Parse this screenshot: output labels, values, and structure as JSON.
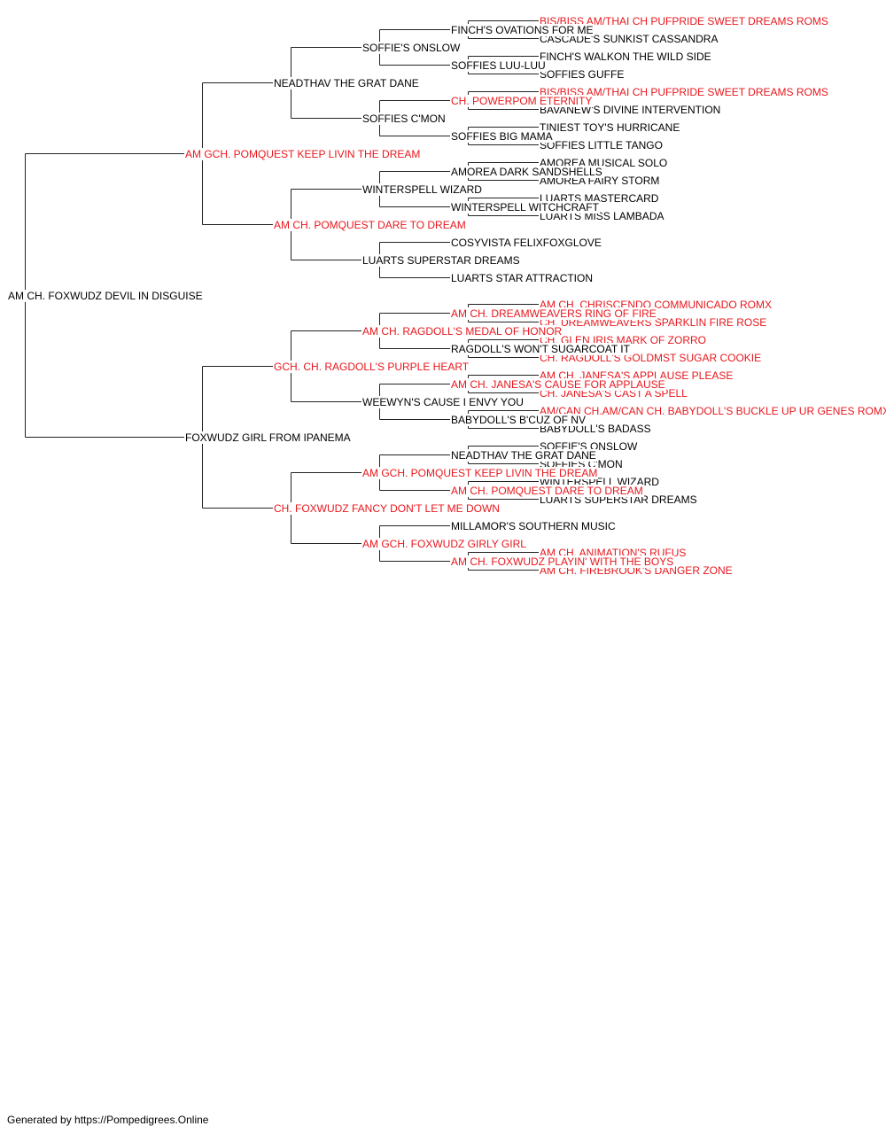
{
  "colors": {
    "champion": "#e8171d",
    "regular": "#000000",
    "line": "#222222"
  },
  "footer": "Generated by https://Pompedigrees.Online",
  "pedigree": {
    "id": "root",
    "name": "AM CH. FOXWUDZ DEVIL IN DISGUISE",
    "champion": false,
    "sire": {
      "id": "s",
      "name": "AM GCH. POMQUEST KEEP LIVIN THE DREAM",
      "champion": true,
      "sire": {
        "id": "ss",
        "name": "NEADTHAV THE GRAT DANE",
        "champion": false,
        "sire": {
          "id": "sss",
          "name": "SOFFIE'S ONSLOW",
          "champion": false,
          "sire": {
            "id": "ssss",
            "name": "FINCH'S OVATIONS FOR ME",
            "champion": false,
            "sire": {
              "id": "sssss",
              "name": "BIS/BISS AM/THAI CH PUFPRIDE SWEET DREAMS ROMS",
              "champion": true
            },
            "dam": {
              "id": "ssssd",
              "name": "CASCADE'S SUNKIST CASSANDRA",
              "champion": false
            }
          },
          "dam": {
            "id": "sssd",
            "name": "SOFFIES LUU-LUU",
            "champion": false,
            "sire": {
              "id": "sssds",
              "name": "FINCH'S WALKON THE WILD SIDE",
              "champion": false
            },
            "dam": {
              "id": "sssdd",
              "name": "SOFFIES GUFFE",
              "champion": false
            }
          }
        },
        "dam": {
          "id": "ssd",
          "name": "SOFFIES C'MON",
          "champion": false,
          "sire": {
            "id": "ssds",
            "name": "CH. POWERPOM ETERNITY",
            "champion": true,
            "sire": {
              "id": "ssdss",
              "name": "BIS/BISS AM/THAI CH PUFPRIDE SWEET DREAMS ROMS",
              "champion": true
            },
            "dam": {
              "id": "ssdsd",
              "name": "BAVANEW'S DIVINE INTERVENTION",
              "champion": false
            }
          },
          "dam": {
            "id": "ssdd",
            "name": "SOFFIES BIG MAMA",
            "champion": false,
            "sire": {
              "id": "ssdds",
              "name": "TINIEST TOY'S HURRICANE",
              "champion": false
            },
            "dam": {
              "id": "ssddd",
              "name": "SOFFIES LITTLE TANGO",
              "champion": false
            }
          }
        }
      },
      "dam": {
        "id": "sd",
        "name": "AM CH. POMQUEST DARE TO DREAM",
        "champion": true,
        "sire": {
          "id": "sds",
          "name": "WINTERSPELL WIZARD",
          "champion": false,
          "sire": {
            "id": "sdss",
            "name": "AMOREA DARK SANDSHELLS",
            "champion": false,
            "sire": {
              "id": "sdsss",
              "name": "AMOREA MUSICAL SOLO",
              "champion": false
            },
            "dam": {
              "id": "sdssd",
              "name": "AMOREA FAIRY STORM",
              "champion": false
            }
          },
          "dam": {
            "id": "sdsd",
            "name": "WINTERSPELL WITCHCRAFT",
            "champion": false,
            "sire": {
              "id": "sdsds",
              "name": "LUARTS MASTERCARD",
              "champion": false
            },
            "dam": {
              "id": "sdsdd",
              "name": "LUARTS MISS LAMBADA",
              "champion": false
            }
          }
        },
        "dam": {
          "id": "sdd",
          "name": "LUARTS SUPERSTAR DREAMS",
          "champion": false,
          "sire": {
            "id": "sdds",
            "name": "COSYVISTA FELIXFOXGLOVE",
            "champion": false
          },
          "dam": {
            "id": "sddd",
            "name": "LUARTS STAR ATTRACTION",
            "champion": false
          }
        }
      }
    },
    "dam": {
      "id": "d",
      "name": "FOXWUDZ GIRL FROM IPANEMA",
      "champion": false,
      "sire": {
        "id": "ds",
        "name": "GCH. CH. RAGDOLL'S PURPLE HEART",
        "champion": true,
        "sire": {
          "id": "dss",
          "name": "AM CH. RAGDOLL'S MEDAL OF HONOR",
          "champion": true,
          "sire": {
            "id": "dsss",
            "name": "AM CH. DREAMWEAVERS RING OF FIRE",
            "champion": true,
            "sire": {
              "id": "dssss",
              "name": "AM CH. CHRISCENDO COMMUNICADO ROMX",
              "champion": true
            },
            "dam": {
              "id": "dsssd",
              "name": "CH. DREAMWEAVERS SPARKLIN FIRE ROSE",
              "champion": true
            }
          },
          "dam": {
            "id": "dssd",
            "name": "RAGDOLL'S WON'T SUGARCOAT IT",
            "champion": false,
            "sire": {
              "id": "dssds",
              "name": "CH. GLEN IRIS MARK OF ZORRO",
              "champion": true
            },
            "dam": {
              "id": "dssdd",
              "name": "CH. RAGDOLL'S GOLDMST SUGAR COOKIE",
              "champion": true
            }
          }
        },
        "dam": {
          "id": "dsd",
          "name": "WEEWYN'S CAUSE I ENVY YOU",
          "champion": false,
          "sire": {
            "id": "dsds",
            "name": "AM CH. JANESA'S CAUSE FOR APPLAUSE",
            "champion": true,
            "sire": {
              "id": "dsdss",
              "name": "AM CH. JANESA'S APPLAUSE PLEASE",
              "champion": true
            },
            "dam": {
              "id": "dsdsd",
              "name": "CH. JANESA'S CAST A SPELL",
              "champion": true
            }
          },
          "dam": {
            "id": "dsdd",
            "name": "BABYDOLL'S B'CUZ OF NV",
            "champion": false,
            "sire": {
              "id": "dsdds",
              "name": "AM/CAN CH.AM/CAN CH. BABYDOLL'S BUCKLE UP UR GENES ROMX",
              "champion": true
            },
            "dam": {
              "id": "dsddd",
              "name": "BABYDOLL'S BADASS",
              "champion": false
            }
          }
        }
      },
      "dam": {
        "id": "dd",
        "name": "CH. FOXWUDZ FANCY DON'T LET ME DOWN",
        "champion": true,
        "sire": {
          "id": "dds",
          "name": "AM GCH. POMQUEST KEEP LIVIN THE DREAM",
          "champion": true,
          "sire": {
            "id": "ddss",
            "name": "NEADTHAV THE GRAT DANE",
            "champion": false,
            "sire": {
              "id": "ddsss",
              "name": "SOFFIE'S ONSLOW",
              "champion": false
            },
            "dam": {
              "id": "ddssd",
              "name": "SOFFIES C'MON",
              "champion": false
            }
          },
          "dam": {
            "id": "ddsd",
            "name": "AM CH. POMQUEST DARE TO DREAM",
            "champion": true,
            "sire": {
              "id": "ddsds",
              "name": "WINTERSPELL WIZARD",
              "champion": false
            },
            "dam": {
              "id": "ddsdd",
              "name": "LUARTS SUPERSTAR DREAMS",
              "champion": false
            }
          }
        },
        "dam": {
          "id": "ddd",
          "name": "AM GCH. FOXWUDZ GIRLY GIRL",
          "champion": true,
          "sire": {
            "id": "ddds",
            "name": "MILLAMOR'S SOUTHERN MUSIC",
            "champion": false
          },
          "dam": {
            "id": "dddd",
            "name": "AM CH. FOXWUDZ PLAYIN' WITH THE BOYS",
            "champion": true,
            "sire": {
              "id": "dddds",
              "name": "AM CH. ANIMATION'S RUFUS",
              "champion": true
            },
            "dam": {
              "id": "ddddd",
              "name": "AM CH. FIREBROOK'S DANGER ZONE",
              "champion": true
            }
          }
        }
      }
    }
  }
}
